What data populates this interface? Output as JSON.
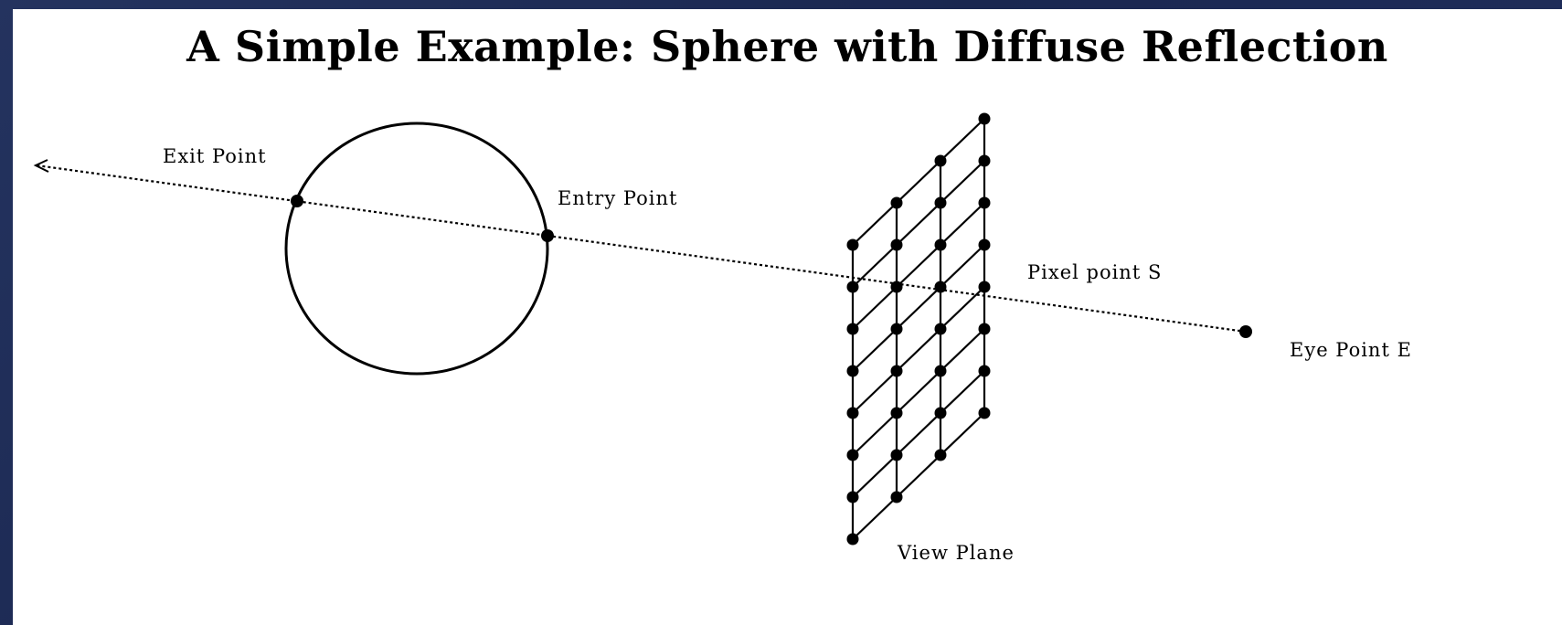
{
  "title": "A Simple Example: Sphere with Diffuse Reflection",
  "labels": {
    "exit_point": "Exit Point",
    "entry_point": "Entry Point",
    "pixel_point": "Pixel point S",
    "eye_point": "Eye Point E",
    "view_plane": "View Plane"
  },
  "colors": {
    "background": "#1c2a52",
    "panel": "#ffffff",
    "ink": "#000000"
  }
}
